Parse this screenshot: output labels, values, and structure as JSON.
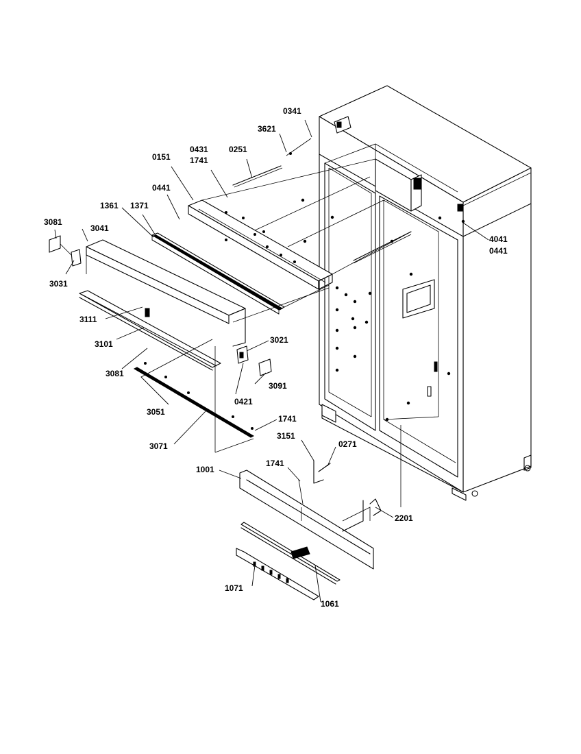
{
  "labels": {
    "p0341": "0341",
    "p3621": "3621",
    "p0431": "0431",
    "p1741a": "1741",
    "p0251": "0251",
    "p0151": "0151",
    "p0441a": "0441",
    "p1361": "1361",
    "p1371": "1371",
    "p3081a": "3081",
    "p3041": "3041",
    "p3031": "3031",
    "p3111": "3111",
    "p3101": "3101",
    "p3081b": "3081",
    "p3021": "3021",
    "p3091": "3091",
    "p0421": "0421",
    "p3051": "3051",
    "p3071": "3071",
    "p1741b": "1741",
    "p3151": "3151",
    "p0271": "0271",
    "p1741c": "1741",
    "p1001": "1001",
    "p2201": "2201",
    "p4041": "4041",
    "p0441b": "0441",
    "p1071": "1071",
    "p1061": "1061"
  }
}
